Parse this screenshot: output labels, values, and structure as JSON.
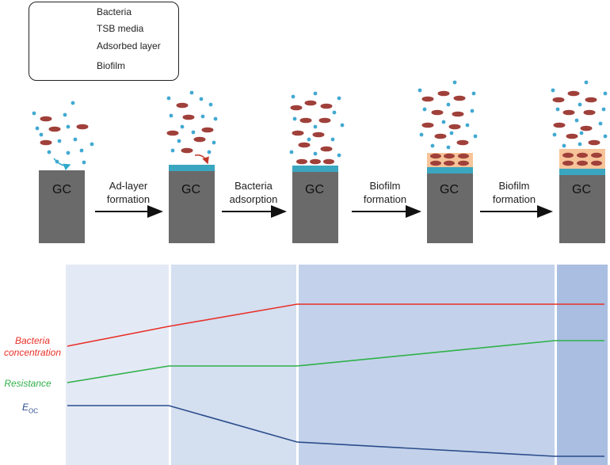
{
  "legend": {
    "bacteria": "Bacteria",
    "tsb_media": "TSB media",
    "adsorbed_layer": "Adsorbed layer",
    "biofilm": "Biofilm"
  },
  "stages": [
    {
      "substrate": "GC"
    },
    {
      "substrate": "GC"
    },
    {
      "substrate": "GC"
    },
    {
      "substrate": "GC"
    },
    {
      "substrate": "GC"
    }
  ],
  "steps": [
    {
      "line1": "Ad-layer",
      "line2": "formation"
    },
    {
      "line1": "Bacteria",
      "line2": "adsorption"
    },
    {
      "line1": "Biofilm",
      "line2": "formation"
    },
    {
      "line1": "Biofilm",
      "line2": "formation"
    }
  ],
  "trend_labels": {
    "bacteria_line1": "Bacteria",
    "bacteria_line2": "concentration",
    "resistance": "Resistance",
    "eoc_main": "E",
    "eoc_sub": "OC"
  },
  "colors": {
    "bacteria": "#a0403a",
    "media": "#41a9d2",
    "adsorbed": "#3aa6c0",
    "biofilm": "#f7c49a",
    "substrate": "#6a6a6a",
    "bacteria_line": "#e8312a",
    "resistance_line": "#2fb04a",
    "eoc_line": "#2b4c8c"
  }
}
